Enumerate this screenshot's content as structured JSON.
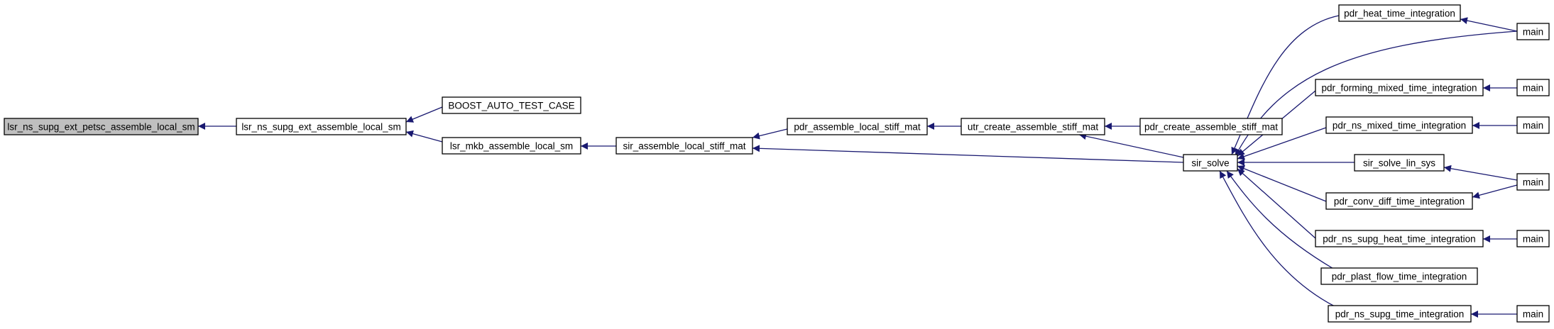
{
  "graph": {
    "type": "call-graph",
    "direction": "right-to-left-callers",
    "colors": {
      "edge": "#191970",
      "root_fill": "#bfbfbf",
      "node_fill": "#ffffff",
      "node_stroke": "#000000"
    },
    "nodes": [
      {
        "id": "n0",
        "label": "lsr_ns_supg_ext_petsc_assemble_local_sm",
        "root": true
      },
      {
        "id": "n1",
        "label": "lsr_ns_supg_ext_assemble_local_sm"
      },
      {
        "id": "n2",
        "label": "BOOST_AUTO_TEST_CASE"
      },
      {
        "id": "n3",
        "label": "lsr_mkb_assemble_local_sm"
      },
      {
        "id": "n4",
        "label": "sir_assemble_local_stiff_mat"
      },
      {
        "id": "n5",
        "label": "pdr_assemble_local_stiff_mat"
      },
      {
        "id": "n6",
        "label": "utr_create_assemble_stiff_mat"
      },
      {
        "id": "n7",
        "label": "pdr_create_assemble_stiff_mat"
      },
      {
        "id": "n8",
        "label": "sir_solve"
      },
      {
        "id": "n9",
        "label": "pdr_heat_time_integration"
      },
      {
        "id": "n10",
        "label": "main"
      },
      {
        "id": "n11",
        "label": "pdr_forming_mixed_time_integration"
      },
      {
        "id": "n12",
        "label": "main"
      },
      {
        "id": "n13",
        "label": "pdr_ns_mixed_time_integration"
      },
      {
        "id": "n14",
        "label": "main"
      },
      {
        "id": "n15",
        "label": "sir_solve_lin_sys"
      },
      {
        "id": "n16",
        "label": "main"
      },
      {
        "id": "n17",
        "label": "pdr_conv_diff_time_integration"
      },
      {
        "id": "n18",
        "label": "pdr_ns_supg_heat_time_integration"
      },
      {
        "id": "n19",
        "label": "main"
      },
      {
        "id": "n20",
        "label": "pdr_plast_flow_time_integration"
      },
      {
        "id": "n21",
        "label": "pdr_ns_supg_time_integration"
      },
      {
        "id": "n22",
        "label": "main"
      }
    ],
    "edges": [
      {
        "from": "n1",
        "to": "n0"
      },
      {
        "from": "n2",
        "to": "n1"
      },
      {
        "from": "n3",
        "to": "n1"
      },
      {
        "from": "n4",
        "to": "n3"
      },
      {
        "from": "n5",
        "to": "n4"
      },
      {
        "from": "n8",
        "to": "n4"
      },
      {
        "from": "n6",
        "to": "n5"
      },
      {
        "from": "n7",
        "to": "n6"
      },
      {
        "from": "n8",
        "to": "n6"
      },
      {
        "from": "n9",
        "to": "n8"
      },
      {
        "from": "n10",
        "to": "n8"
      },
      {
        "from": "n11",
        "to": "n8"
      },
      {
        "from": "n13",
        "to": "n8"
      },
      {
        "from": "n15",
        "to": "n8"
      },
      {
        "from": "n17",
        "to": "n8"
      },
      {
        "from": "n18",
        "to": "n8"
      },
      {
        "from": "n20",
        "to": "n8"
      },
      {
        "from": "n21",
        "to": "n8"
      },
      {
        "from": "n10",
        "to": "n9"
      },
      {
        "from": "n12",
        "to": "n11"
      },
      {
        "from": "n14",
        "to": "n13"
      },
      {
        "from": "n16",
        "to": "n15"
      },
      {
        "from": "n16",
        "to": "n17"
      },
      {
        "from": "n19",
        "to": "n18"
      },
      {
        "from": "n22",
        "to": "n21"
      }
    ]
  }
}
